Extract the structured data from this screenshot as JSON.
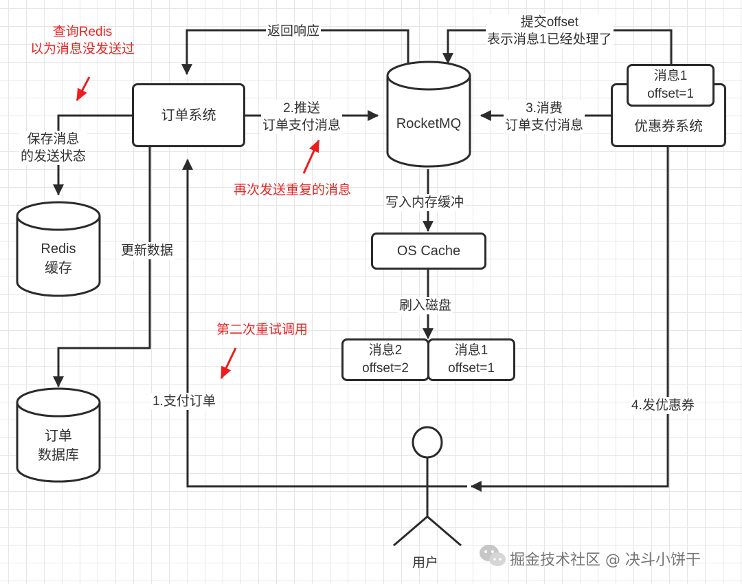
{
  "nodes": {
    "order_system": "订单系统",
    "rocketmq": "RocketMQ",
    "coupon_system": "优惠券系统",
    "coupon_message": {
      "line1": "消息1",
      "line2": "offset=1"
    },
    "redis": {
      "line1": "Redis",
      "line2": "缓存"
    },
    "order_db": {
      "line1": "订单",
      "line2": "数据库"
    },
    "os_cache": "OS Cache",
    "disk_message_2": {
      "line1": "消息2",
      "line2": "offset=2"
    },
    "disk_message_1": {
      "line1": "消息1",
      "line2": "offset=1"
    },
    "user": "用户"
  },
  "edges": {
    "return_response": "返回响应",
    "commit_offset": {
      "line1": "提交offset",
      "line2": "表示消息1已经处理了"
    },
    "push_message": {
      "line1": "2.推送",
      "line2": "订单支付消息"
    },
    "consume_message": {
      "line1": "3.消费",
      "line2": "订单支付消息"
    },
    "save_status": {
      "line1": "保存消息",
      "line2": "的发送状态"
    },
    "update_data": "更新数据",
    "write_memory": "写入内存缓冲",
    "flush_disk": "刷入磁盘",
    "pay_order": "1.支付订单",
    "issue_coupon": "4.发优惠券"
  },
  "annotations": {
    "query_redis": {
      "line1": "查询Redis",
      "line2": "以为消息没发送过"
    },
    "resend_duplicate": "再次发送重复的消息",
    "second_retry": "第二次重试调用"
  },
  "watermark": {
    "text": "掘金技术社区 @ 决斗小饼干",
    "icon": "wechat-icon"
  },
  "colors": {
    "line": "#2b2b2b",
    "annotation": "#e82727",
    "grid": "#e6e6e6"
  }
}
